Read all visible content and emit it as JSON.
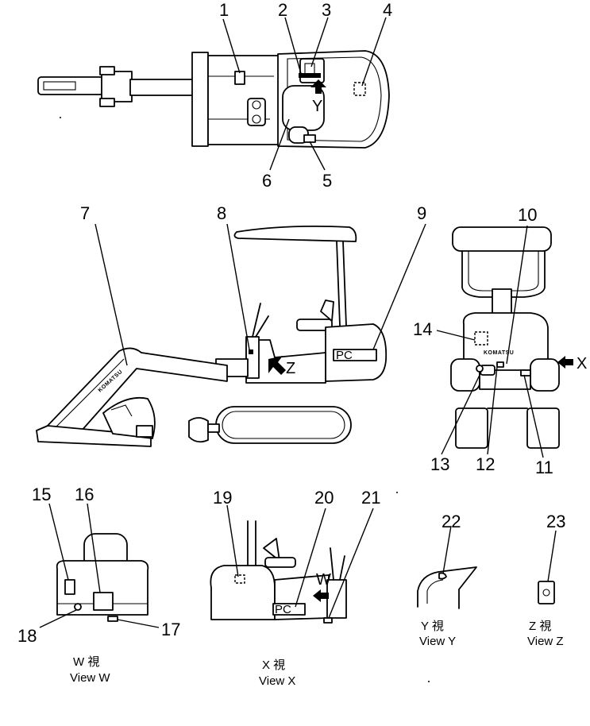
{
  "labels": {
    "n1": "1",
    "n2": "2",
    "n3": "3",
    "n4": "4",
    "n5": "5",
    "n6": "6",
    "n7": "7",
    "n8": "8",
    "n9": "9",
    "n10": "10",
    "n11": "11",
    "n12": "12",
    "n13": "13",
    "n14": "14",
    "n15": "15",
    "n16": "16",
    "n17": "17",
    "n18": "18",
    "n19": "19",
    "n20": "20",
    "n21": "21",
    "n22": "22",
    "n23": "23"
  },
  "view_letters": {
    "y": "Y",
    "z": "Z",
    "x": "X",
    "w": "W"
  },
  "plate_text": {
    "pc": "PC",
    "brand": "KOMATSU"
  },
  "captions": {
    "w_jp": "W 視",
    "w_en": "View W",
    "x_jp": "X 視",
    "x_en": "View X",
    "y_jp": "Y 視",
    "y_en": "View Y",
    "z_jp": "Z 視",
    "z_en": "View Z"
  },
  "icons": {
    "arrow": "view-direction-arrow-icon",
    "decal": "decal-marker-icon",
    "plate": "model-plate-icon"
  }
}
